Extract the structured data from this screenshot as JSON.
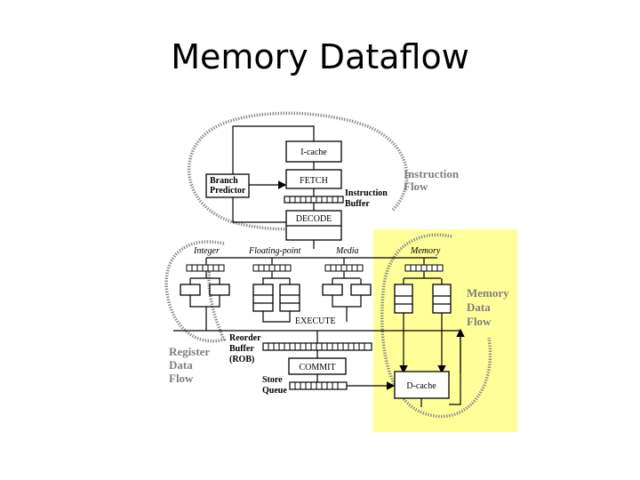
{
  "slide": {
    "title": "Memory Dataflow"
  },
  "diagram": {
    "stages": {
      "icache": "I-cache",
      "fetch": "FETCH",
      "decode": "DECODE",
      "execute": "EXECUTE",
      "commit": "COMMIT",
      "dcache": "D-cache"
    },
    "blocks": {
      "branch_predictor_line1": "Branch",
      "branch_predictor_line2": "Predictor",
      "instruction_buffer_line1": "Instruction",
      "instruction_buffer_line2": "Buffer",
      "reorder_buffer_line1": "Reorder",
      "reorder_buffer_line2": "Buffer",
      "reorder_buffer_line3": "(ROB)",
      "store_queue_line1": "Store",
      "store_queue_line2": "Queue"
    },
    "units": {
      "integer": "Integer",
      "floating_point": "Floating-point",
      "media": "Media",
      "memory": "Memory"
    },
    "flows": {
      "instruction_line1": "Instruction",
      "instruction_line2": "Flow",
      "register_line1": "Register",
      "register_line2": "Data",
      "register_line3": "Flow",
      "memory_line1": "Memory",
      "memory_line2": "Data",
      "memory_line3": "Flow"
    },
    "colors": {
      "highlight": "#ffff99",
      "flow_text": "#7f7f7f"
    }
  }
}
